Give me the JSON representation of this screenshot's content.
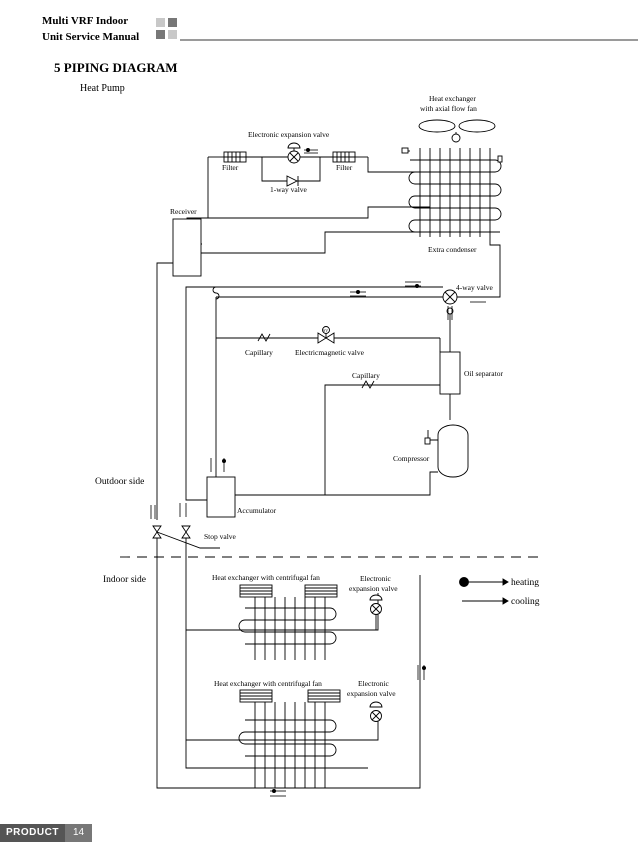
{
  "header": {
    "line1": "Multi VRF Indoor",
    "line2": "Unit Service Manual"
  },
  "section_title": "5 PIPING DIAGRAM",
  "subtitle": "Heat Pump",
  "labels": {
    "heat_exchanger_axial_1": "Heat exchanger",
    "heat_exchanger_axial_2": "with axial flow fan",
    "electronic_expansion_valve": "Electronic expansion valve",
    "filter_left": "Filter",
    "filter_right": "Filter",
    "one_way_valve": "1-way valve",
    "receiver": "Receiver",
    "extra_condenser": "Extra condenser",
    "four_way_valve": "4-way valve",
    "capillary_1": "Capillary",
    "electromagnetic_valve": "Electricmagnetic valve",
    "sv": "SV",
    "capillary_2": "Capillary",
    "oil_separator": "Oil separator",
    "compressor": "Compressor",
    "accumulator": "Accumulator",
    "stop_valve": "Stop valve",
    "outdoor_side": "Outdoor side",
    "indoor_side": "Indoor side",
    "hx_centrifugal_1": "Heat exchanger with centrifugal fan",
    "hx_centrifugal_2": "Heat exchanger with centrifugal fan",
    "eev_indoor_1a": "Electronic",
    "eev_indoor_1b": "expansion valve",
    "eev_indoor_2a": "Electronic",
    "eev_indoor_2b": "expansion valve"
  },
  "legend": {
    "heating": "heating",
    "cooling": "cooling"
  },
  "footer": {
    "section": "PRODUCT",
    "page": "14"
  },
  "colors": {
    "line": "#000000",
    "footer_dark": "#555555",
    "footer_light": "#777777",
    "header_bar": "#9a9a9a"
  }
}
